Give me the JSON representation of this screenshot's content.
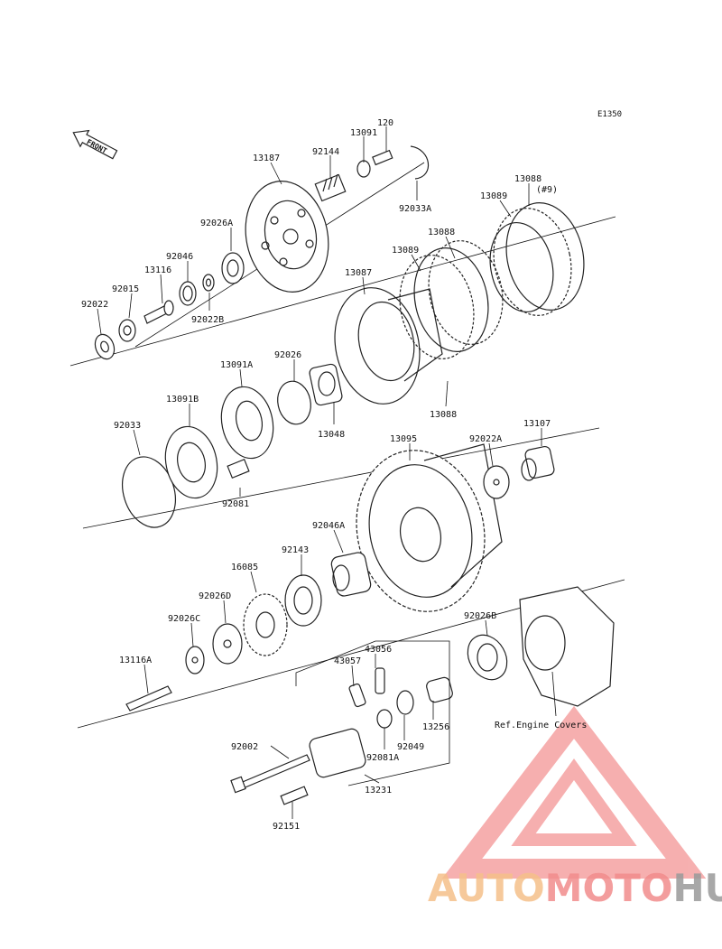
{
  "diagram": {
    "code": "E1350",
    "front_label": "FRONT",
    "ref_note": "Ref.Engine Covers",
    "parts": [
      {
        "key": "120",
        "label": "120"
      },
      {
        "key": "13091",
        "label": "13091"
      },
      {
        "key": "92144",
        "label": "92144"
      },
      {
        "key": "13187",
        "label": "13187"
      },
      {
        "key": "92033A",
        "label": "92033A"
      },
      {
        "key": "13088_9",
        "label": "13088"
      },
      {
        "key": "n9",
        "label": "(#9)"
      },
      {
        "key": "13089a",
        "label": "13089"
      },
      {
        "key": "92026A",
        "label": "92026A"
      },
      {
        "key": "13088b",
        "label": "13088"
      },
      {
        "key": "92046",
        "label": "92046"
      },
      {
        "key": "13089b",
        "label": "13089"
      },
      {
        "key": "13116",
        "label": "13116"
      },
      {
        "key": "13087",
        "label": "13087"
      },
      {
        "key": "92015",
        "label": "92015"
      },
      {
        "key": "92022",
        "label": "92022"
      },
      {
        "key": "92022B",
        "label": "92022B"
      },
      {
        "key": "13091A",
        "label": "13091A"
      },
      {
        "key": "92026",
        "label": "92026"
      },
      {
        "key": "13091B",
        "label": "13091B"
      },
      {
        "key": "13088c",
        "label": "13088"
      },
      {
        "key": "92033",
        "label": "92033"
      },
      {
        "key": "13048",
        "label": "13048"
      },
      {
        "key": "13095",
        "label": "13095"
      },
      {
        "key": "92022A",
        "label": "92022A"
      },
      {
        "key": "13107",
        "label": "13107"
      },
      {
        "key": "92081",
        "label": "92081"
      },
      {
        "key": "92046A",
        "label": "92046A"
      },
      {
        "key": "92143",
        "label": "92143"
      },
      {
        "key": "16085",
        "label": "16085"
      },
      {
        "key": "92026D",
        "label": "92026D"
      },
      {
        "key": "92026B",
        "label": "92026B"
      },
      {
        "key": "92026C",
        "label": "92026C"
      },
      {
        "key": "43056",
        "label": "43056"
      },
      {
        "key": "13116A",
        "label": "13116A"
      },
      {
        "key": "43057",
        "label": "43057"
      },
      {
        "key": "13256",
        "label": "13256"
      },
      {
        "key": "92002",
        "label": "92002"
      },
      {
        "key": "92049",
        "label": "92049"
      },
      {
        "key": "92081A",
        "label": "92081A"
      },
      {
        "key": "13231",
        "label": "13231"
      },
      {
        "key": "92151",
        "label": "92151"
      }
    ]
  },
  "watermark": {
    "text_auto": "AUTO",
    "text_moto": "MOTO",
    "text_hub": "HUB",
    "color_auto": "#f5c08a",
    "color_moto": "#f28c8c",
    "color_hub": "#9a9a9a",
    "color_logo": "#ef6f6f"
  }
}
